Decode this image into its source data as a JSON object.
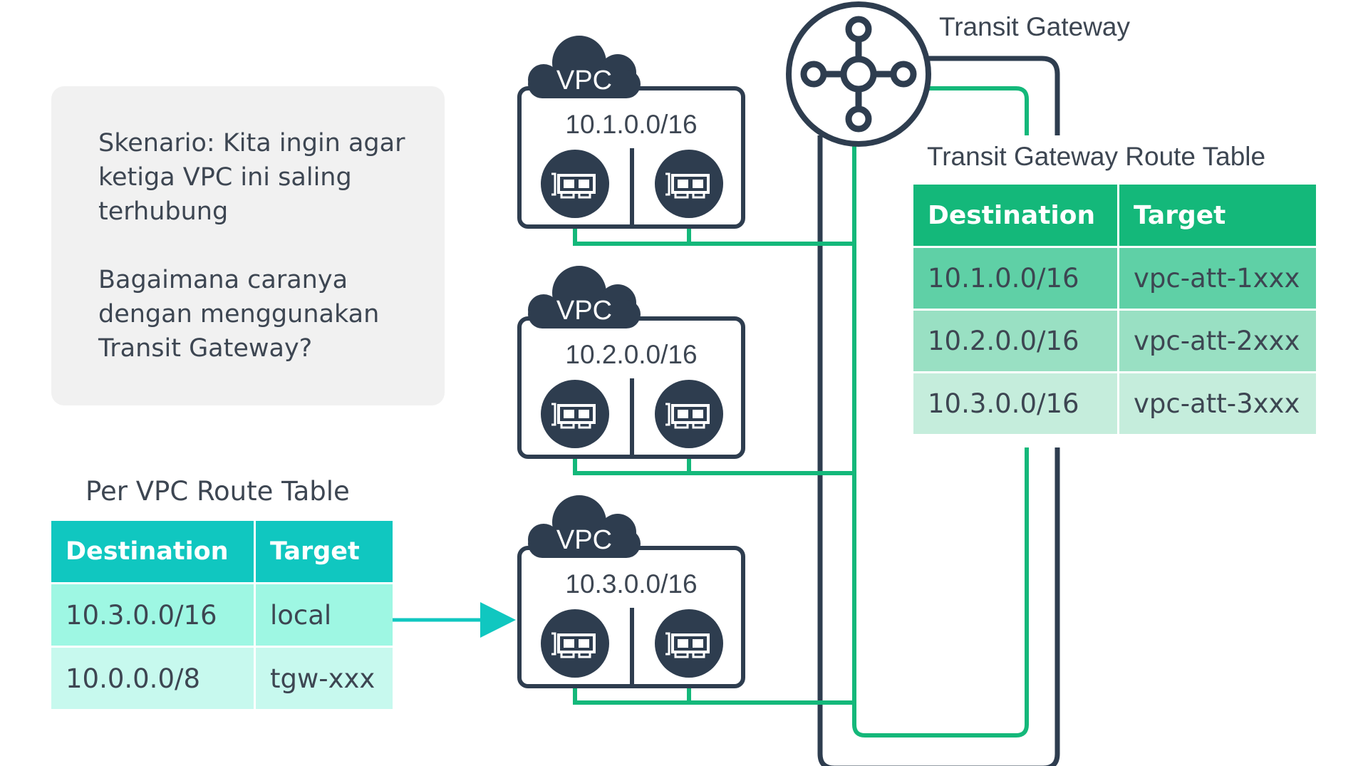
{
  "scenario": {
    "line1": "Skenario: Kita ingin agar ketiga VPC ini saling terhubung",
    "line2": "Bagaimana caranya dengan menggunakan Transit Gateway?"
  },
  "transit_gateway": {
    "label": "Transit Gateway",
    "icon": "network-hub-icon",
    "route_table": {
      "title": "Transit Gateway Route Table",
      "headers": [
        "Destination",
        "Target"
      ],
      "rows": [
        [
          "10.1.0.0/16",
          "vpc-att-1xxx"
        ],
        [
          "10.2.0.0/16",
          "vpc-att-2xxx"
        ],
        [
          "10.3.0.0/16",
          "vpc-att-3xxx"
        ]
      ]
    }
  },
  "vpcs": [
    {
      "label": "VPC",
      "cidr": "10.1.0.0/16"
    },
    {
      "label": "VPC",
      "cidr": "10.2.0.0/16"
    },
    {
      "label": "VPC",
      "cidr": "10.3.0.0/16"
    }
  ],
  "per_vpc_route_table": {
    "title": "Per VPC Route Table",
    "headers": [
      "Destination",
      "Target"
    ],
    "rows": [
      [
        "10.3.0.0/16",
        "local"
      ],
      [
        "10.0.0.0/8",
        "tgw-xxx"
      ]
    ]
  },
  "colors": {
    "dark": "#2e3d4f",
    "green_link": "#14b87a",
    "teal_arrow": "#10c7c0",
    "text": "#3d4652"
  },
  "icons": {
    "vpc_cloud": "cloud-icon",
    "attachment": "network-card-icon"
  }
}
